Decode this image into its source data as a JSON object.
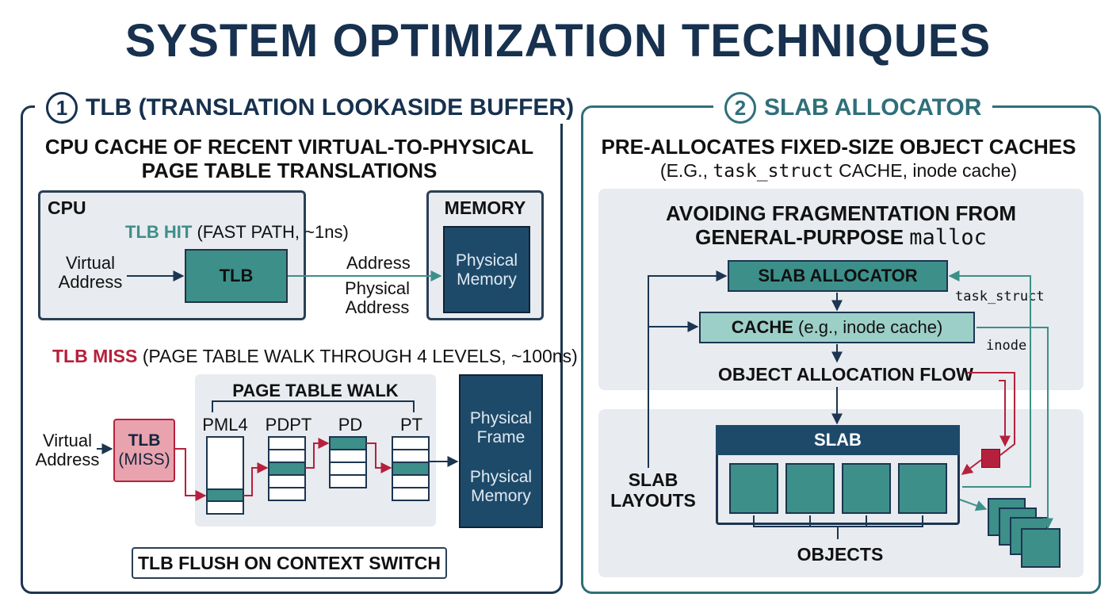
{
  "title": "SYSTEM OPTIMIZATION TECHNIQUES",
  "left": {
    "number": "1",
    "heading": "TLB (TRANSLATION LOOKASIDE BUFFER)",
    "subtitle_line1": "CPU CACHE OF RECENT VIRTUAL-TO-PHYSICAL",
    "subtitle_line2": "PAGE TABLE TRANSLATIONS",
    "cpu_label": "CPU",
    "tlb_hit_label": "TLB HIT",
    "tlb_hit_detail": "(FAST PATH, ~1ns)",
    "virtual_address_1": "Virtual",
    "virtual_address_2": "Address",
    "tlb_box": "TLB",
    "address_label": "Address",
    "physical_address_1": "Physical",
    "physical_address_2": "Address",
    "memory_label": "MEMORY",
    "physical_memory_1": "Physical",
    "physical_memory_2": "Memory",
    "tlb_miss_label": "TLB MISS",
    "tlb_miss_detail": "(PAGE TABLE WALK THROUGH 4 LEVELS, ~100ns)",
    "miss_virtual_1": "Virtual",
    "miss_virtual_2": "Address",
    "miss_tlb_1": "TLB",
    "miss_tlb_2": "(MISS)",
    "page_table_walk": "PAGE TABLE WALK",
    "levels": [
      "PML4",
      "PDPT",
      "PD",
      "PT"
    ],
    "frame_1": "Physical",
    "frame_2": "Frame",
    "frame_mem_1": "Physical",
    "frame_mem_2": "Memory",
    "flush": "TLB FLUSH ON CONTEXT SWITCH"
  },
  "right": {
    "number": "2",
    "heading": "SLAB ALLOCATOR",
    "subtitle_line1": "PRE-ALLOCATES FIXED-SIZE OBJECT CACHES",
    "subtitle_pre": "(E.G., ",
    "subtitle_code": "task_struct",
    "subtitle_post": " CACHE, inode cache)",
    "avoid_line1": "AVOIDING FRAGMENTATION FROM",
    "avoid_line2_pre": "GENERAL-PURPOSE ",
    "avoid_line2_code": "malloc",
    "slab_allocator": "SLAB ALLOCATOR",
    "task_struct": "task_struct",
    "cache_bold": "CACHE",
    "cache_rest": " (e.g., inode cache)",
    "inode": "inode",
    "flow": "OBJECT ALLOCATION FLOW",
    "slab": "SLAB",
    "slab_layouts_1": "SLAB",
    "slab_layouts_2": "LAYOUTS",
    "objects": "OBJECTS"
  },
  "colors": {
    "navy": "#1c3f5f",
    "teal": "#3d8f8a",
    "teal_light": "#9ccfc8",
    "miss_red": "#b5213c",
    "miss_pink": "#e9a3ae",
    "panel_gray": "#e8ebef"
  }
}
